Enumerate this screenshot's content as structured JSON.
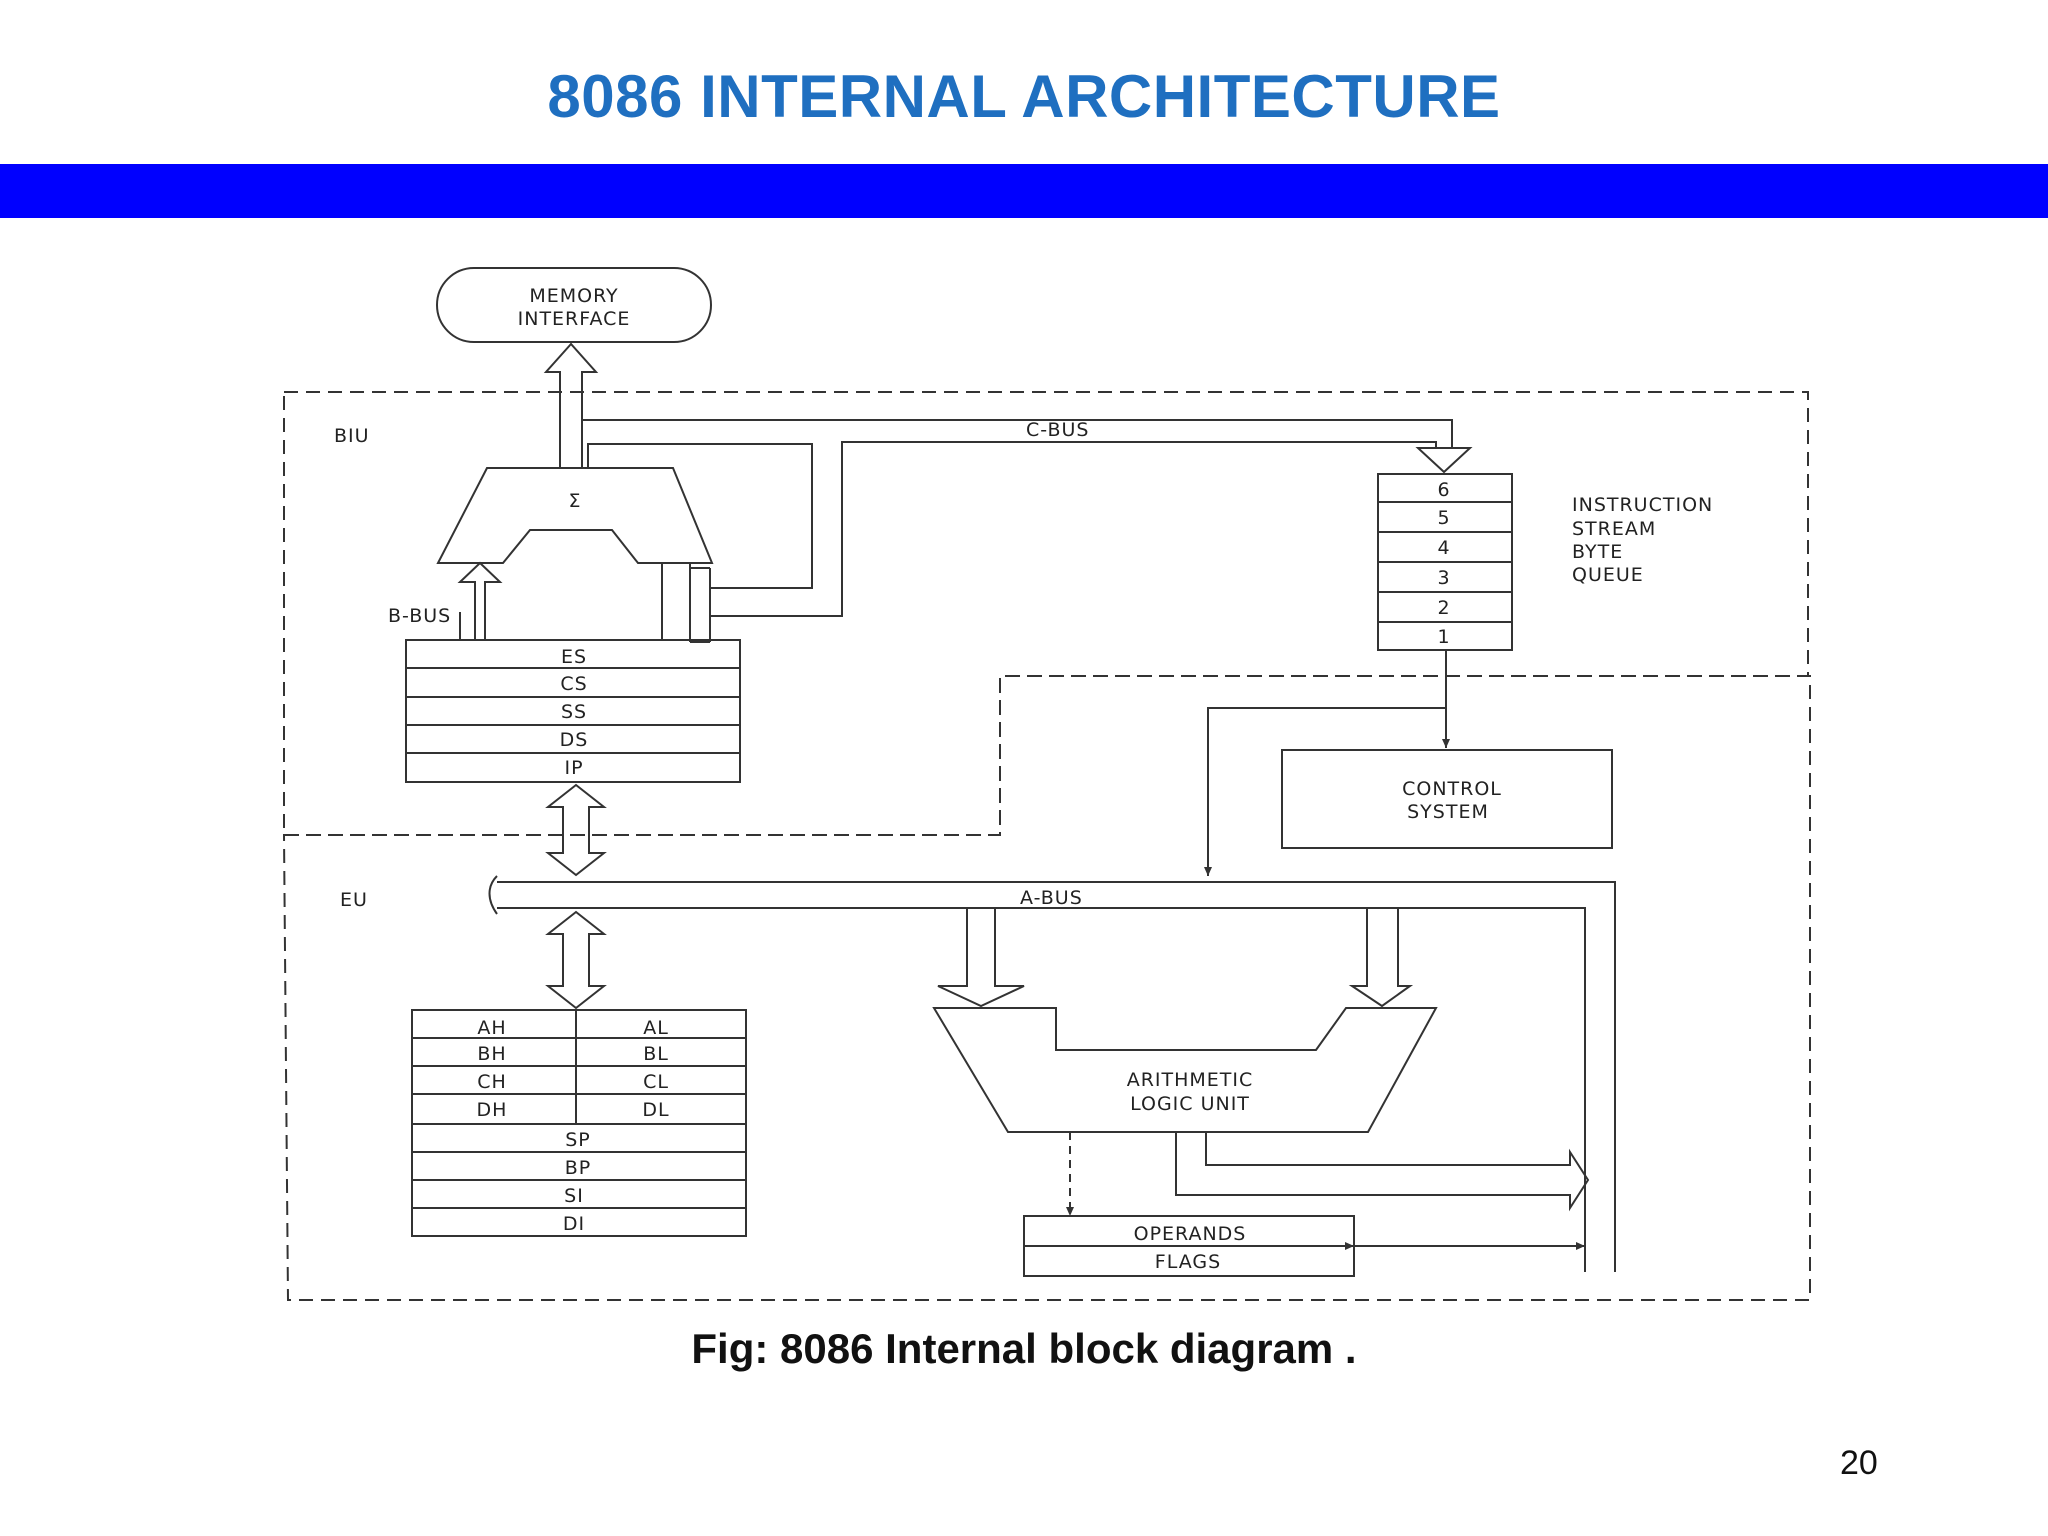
{
  "slide": {
    "title": "8086 INTERNAL ARCHITECTURE",
    "caption": "Fig:  8086 Internal block diagram .",
    "page_number": "20",
    "colors": {
      "title": "#1f6fc0",
      "bar": "#0000ff"
    }
  },
  "diagram": {
    "memory_interface": [
      "MEMORY",
      "INTERFACE"
    ],
    "biu_label": "BIU",
    "eu_label": "EU",
    "c_bus_label": "C-BUS",
    "b_bus_label": "B-BUS",
    "a_bus_label": "A-BUS",
    "adder_symbol": "Σ",
    "segment_registers": [
      "ES",
      "CS",
      "SS",
      "DS",
      "IP"
    ],
    "queue_slots": [
      "6",
      "5",
      "4",
      "3",
      "2",
      "1"
    ],
    "queue_label": [
      "INSTRUCTION",
      "STREAM",
      "BYTE",
      "QUEUE"
    ],
    "control_system": [
      "CONTROL",
      "SYSTEM"
    ],
    "general_registers": [
      {
        "high": "AH",
        "low": "AL"
      },
      {
        "high": "BH",
        "low": "BL"
      },
      {
        "high": "CH",
        "low": "CL"
      },
      {
        "high": "DH",
        "low": "DL"
      }
    ],
    "pointer_registers": [
      "SP",
      "BP",
      "SI",
      "DI"
    ],
    "alu": [
      "ARITHMETIC",
      "LOGIC UNIT"
    ],
    "operands_flags": [
      "OPERANDS",
      "FLAGS"
    ]
  }
}
